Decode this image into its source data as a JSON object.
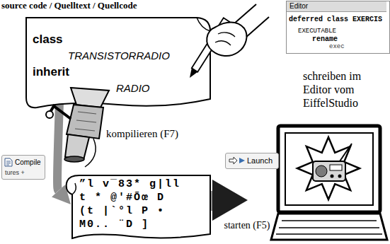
{
  "diagram": {
    "title": "source code / Quelltext / Quellcode",
    "nodes": [
      {
        "text": [
          "class",
          "TRANSISTORRADIO",
          "inherit",
          "RADIO"
        ]
      },
      {
        "text": [
          "Editor",
          "deferred class EXERCIS",
          "EXECUTABLE",
          "rename",
          "exec"
        ]
      },
      {
        "text": [
          "Compile",
          "tures +"
        ]
      },
      {
        "text": [
          "”l v¯83* g|ll",
          "t * @'#Õœ D",
          "(t |`°l P •",
          "M0.. ¨D ]"
        ]
      },
      {
        "text": [
          "Launch"
        ]
      }
    ],
    "edges": [
      {
        "from": 0,
        "to": 3,
        "arrow": "to"
      }
    ],
    "labels": [
      "schreiben im Editor vom EiffelStudio",
      "kompilieren (F7)",
      "starten (F5)"
    ]
  }
}
